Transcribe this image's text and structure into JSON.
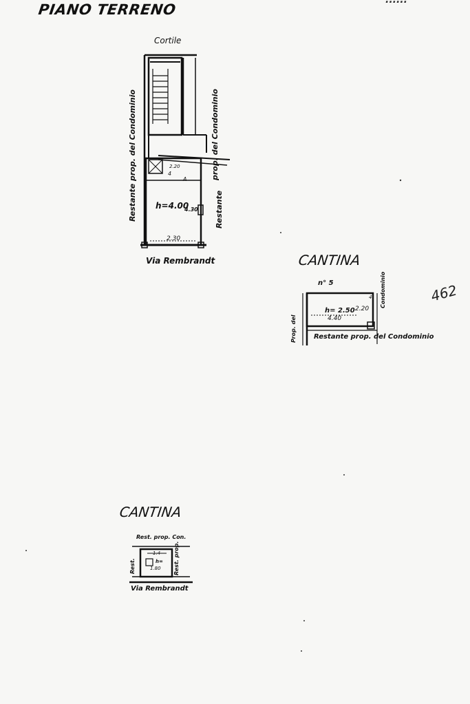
{
  "header": {
    "title": "PIANO TERRENO",
    "corner_fragment": "......"
  },
  "ground_floor": {
    "label_top": "Cortile",
    "label_left": "Restante prop. del Condominio",
    "label_right_top": "prop. del Condominio",
    "label_right_bottom": "Restante",
    "height_label": "h=4.00",
    "width_label": "2.30",
    "depth_label": "4.30",
    "small_dims": "2.20",
    "small_a": "4",
    "small_b": "A",
    "street_label": "Via Rembrandt"
  },
  "cantina_1": {
    "title": "CANTINA",
    "number": "n° 5",
    "height_label": "h= 2.50",
    "side_dim": "2.20",
    "width_dim": "4.40",
    "side_small": "4",
    "bottom_label": "Restante prop. del Condominio",
    "left_label": "Prop. del",
    "right_label": "Condominio"
  },
  "stamp": {
    "text": "462"
  },
  "cantina_2": {
    "title": "CANTINA",
    "top_label": "Rest. prop. Con.",
    "left_label": "Rest.",
    "right_label": "Rest. prop.",
    "dim_top": "1.4",
    "height_label": "h=",
    "dim_bottom": "1.80",
    "street_label": "Via Rembrandt"
  }
}
